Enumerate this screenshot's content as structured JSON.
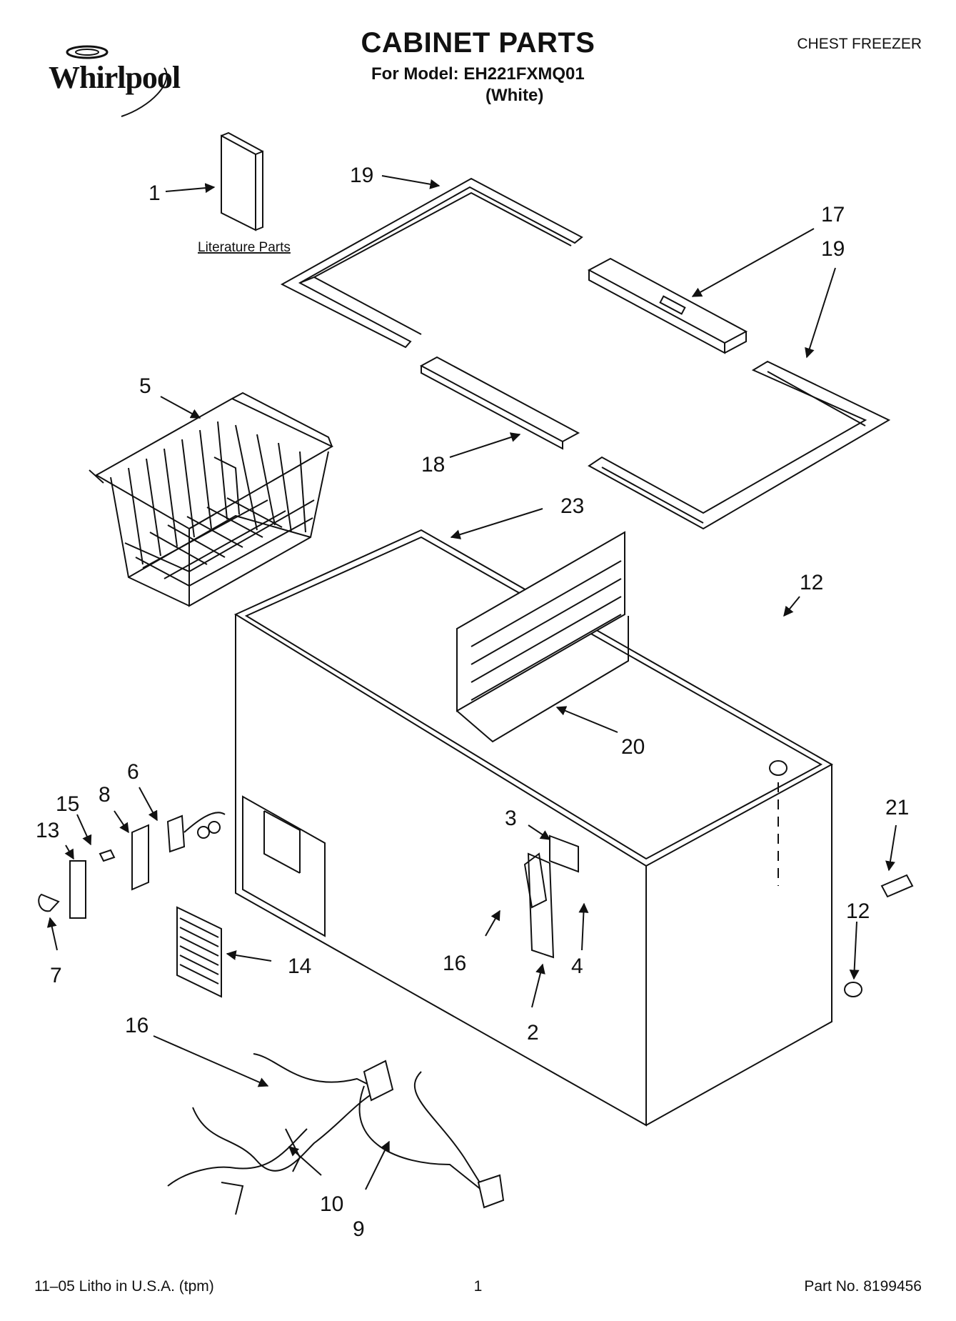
{
  "header": {
    "brand": "Whirlpool",
    "title": "CABINET PARTS",
    "model_line": "For Model: EH221FXMQ01",
    "variant": "(White)",
    "product": "CHEST FREEZER"
  },
  "footer": {
    "litho": "11–05 Litho in U.S.A. (tpm)",
    "page": "1",
    "part_no": "Part No. 8199456"
  },
  "diagram": {
    "literature_label": "Literature Parts",
    "callouts": {
      "c1": "1",
      "c2": "2",
      "c3": "3",
      "c4": "4",
      "c5": "5",
      "c6": "6",
      "c7": "7",
      "c8": "8",
      "c9": "9",
      "c10": "10",
      "c12a": "12",
      "c12b": "12",
      "c13": "13",
      "c14": "14",
      "c15": "15",
      "c16a": "16",
      "c16b": "16",
      "c17": "17",
      "c18": "18",
      "c19a": "19",
      "c19b": "19",
      "c20": "20",
      "c21": "21",
      "c23": "23"
    }
  }
}
